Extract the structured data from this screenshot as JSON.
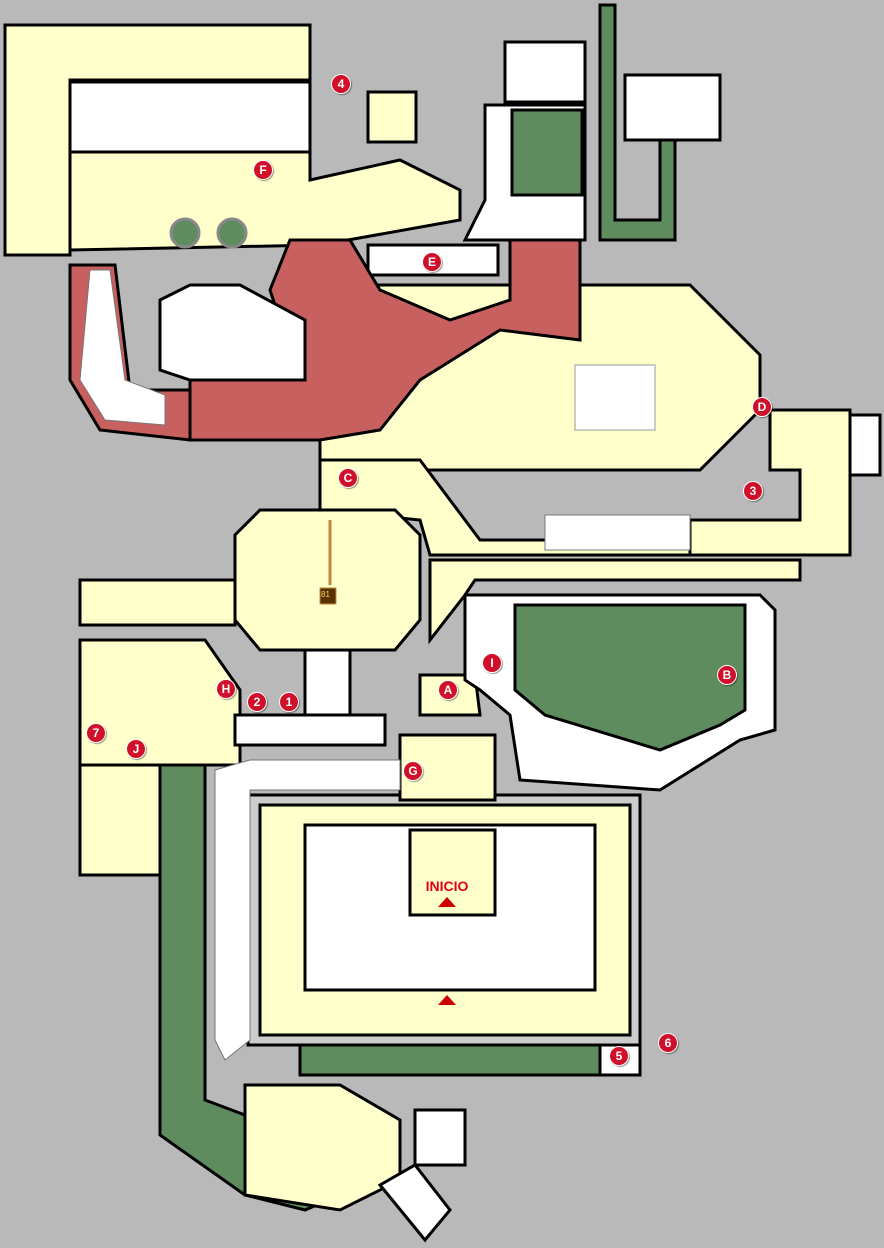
{
  "map": {
    "background_color": "#b9b9b9",
    "floor_color": "#ffffcc",
    "carpet_color": "#c96060",
    "grass_color": "#5e8c5e",
    "marker_color": "#d0102a",
    "start_label": "INICIO",
    "item_label": "81",
    "numbered_markers": [
      "1",
      "2",
      "3",
      "4",
      "5",
      "6",
      "7"
    ],
    "letter_markers": [
      "A",
      "B",
      "C",
      "D",
      "E",
      "F",
      "G",
      "H",
      "I",
      "J"
    ]
  }
}
